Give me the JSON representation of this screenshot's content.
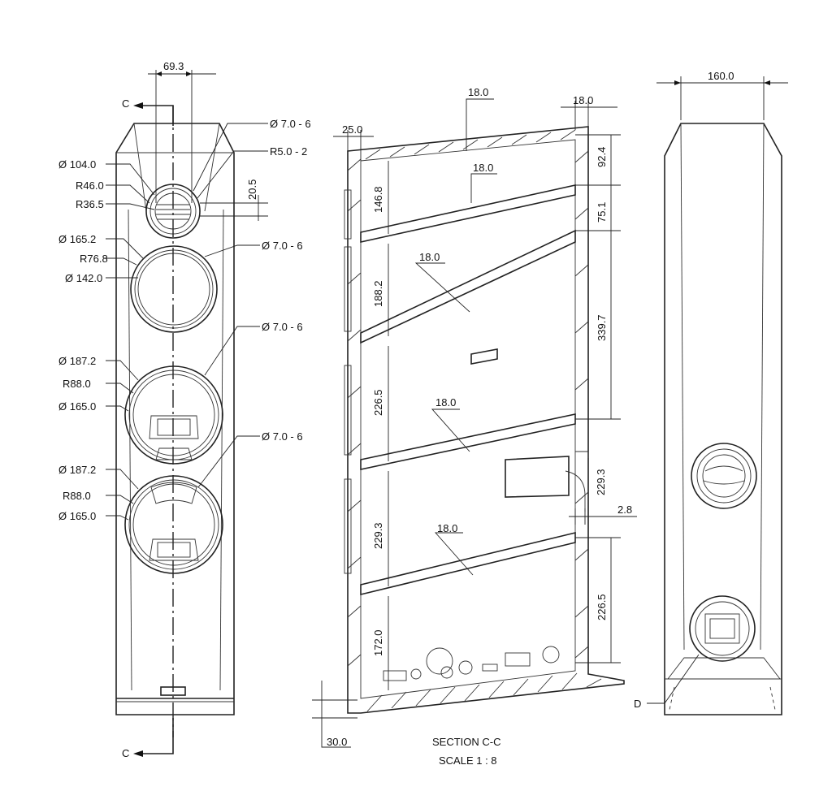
{
  "front_view": {
    "top_width": "69.3",
    "section_marker_top": "C",
    "section_marker_bottom": "C",
    "callouts": {
      "tweeter_holes": "Ø 7.0 - 6",
      "tweeter_radius": "R5.0 - 2",
      "tweeter_dia": "Ø 104.0",
      "tweeter_r1": "R46.0",
      "tweeter_r2": "R36.5",
      "offset": "20.5",
      "mid_dia": "Ø 165.2",
      "mid_r": "R76.8",
      "mid_inner": "Ø 142.0",
      "mid_holes": "Ø 7.0 - 6",
      "woofer1_holes": "Ø 7.0 - 6",
      "woofer1_dia": "Ø 187.2",
      "woofer1_r": "R88.0",
      "woofer1_inner": "Ø 165.0",
      "woofer2_holes": "Ø 7.0 - 6",
      "woofer2_dia": "Ø 187.2",
      "woofer2_r": "R88.0",
      "woofer2_inner": "Ø 165.0"
    }
  },
  "section_view": {
    "top_thickness": "18.0",
    "right_wall": "18.0",
    "front_wall": "25.0",
    "shelf1_thickness": "18.0",
    "shelf2_thickness": "18.0",
    "shelf3_thickness": "18.0",
    "shelf4_thickness": "18.0",
    "left_dims": [
      "146.8",
      "188.2",
      "226.5",
      "229.3",
      "172.0"
    ],
    "right_dims": [
      "92.4",
      "75.1",
      "339.7",
      "229.3",
      "226.5"
    ],
    "port_gap": "2.8",
    "base_thickness": "30.0",
    "caption_title": "SECTION C-C",
    "caption_scale": "SCALE 1 : 8"
  },
  "side_view": {
    "width": "160.0",
    "detail_marker": "D"
  }
}
